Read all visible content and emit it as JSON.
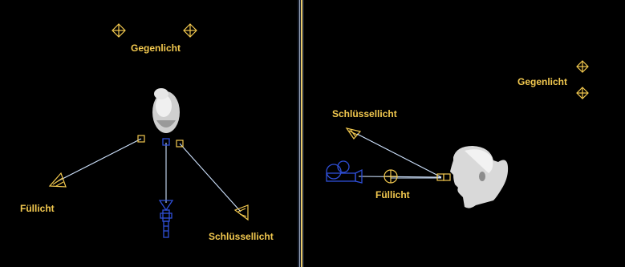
{
  "viewports": {
    "top": {
      "backlight_label": "Gegenlicht",
      "fill_label": "Füllicht",
      "key_label": "Schlüssellicht"
    },
    "side": {
      "backlight_label": "Gegenlicht",
      "key_label": "Schlüssellicht",
      "fill_label": "Füllicht"
    }
  },
  "colors": {
    "background": "#000000",
    "light_gizmo": "#f3c94f",
    "camera_gizmo": "#2f4fd8",
    "light_ray": "#cfe3ff"
  },
  "icons": {
    "light_target": "crosshair-diamond",
    "spot_light": "cone",
    "camera": "video-camera"
  }
}
